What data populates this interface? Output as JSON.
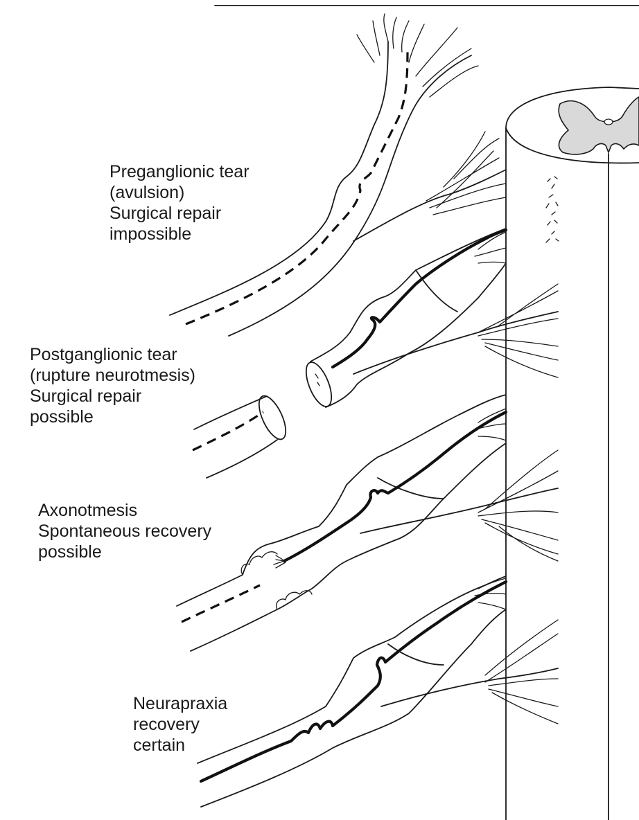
{
  "labels": {
    "preganglionic": [
      "Preganglionic tear",
      "(avulsion)",
      "Surgical repair",
      "impossible"
    ],
    "postganglionic": [
      "Postganglionic tear",
      "(rupture neurotmesis)",
      "Surgical repair",
      "possible"
    ],
    "axonotmesis": [
      "Axonotmesis",
      "Spontaneous recovery",
      "possible"
    ],
    "neurapraxia": [
      "Neurapraxia",
      "recovery",
      "certain"
    ]
  },
  "colors": {
    "line": "#1a1a1a",
    "gray_matter": "#d9d9d9",
    "background": "#ffffff"
  }
}
